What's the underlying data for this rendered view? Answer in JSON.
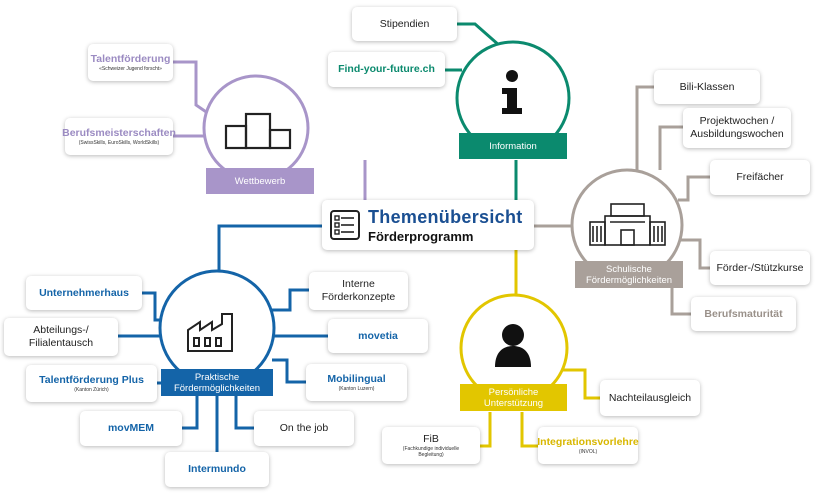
{
  "center": {
    "title": "Themenübersicht",
    "subtitle": "Förderprogramm",
    "icon": "list-document-icon"
  },
  "colors": {
    "blue": "#1464a8",
    "green": "#0b8a6e",
    "purple": "#a895c9",
    "yellow": "#e2c600",
    "grey": "#a9a09a"
  },
  "wettbewerb": {
    "label": "Wettbewerb",
    "icon": "podium-icon",
    "items": [
      {
        "title": "Talentförderung",
        "sub": "«Schweizer Jugend forscht»"
      },
      {
        "title": "Berufsmeisterschaften",
        "sub": "(SwissSkills, EuroSkills, WorldSkills)"
      }
    ]
  },
  "information": {
    "label": "Information",
    "icon": "info-icon",
    "items": [
      {
        "title": "Stipendien"
      },
      {
        "title": "Find-your-future.ch"
      }
    ]
  },
  "schulische": {
    "label": "Schulische Fördermöglichkeiten",
    "icon": "school-building-icon",
    "items": [
      {
        "title": "Bili-Klassen"
      },
      {
        "title": "Projektwochen / Ausbildungswochen"
      },
      {
        "title": "Freifächer"
      },
      {
        "title": "Förder-/Stützkurse"
      },
      {
        "title": "Berufsmaturität"
      }
    ]
  },
  "persoenliche": {
    "label": "Persönliche Unterstützung",
    "icon": "person-icon",
    "items": [
      {
        "title": "Nachteilausgleich"
      },
      {
        "title": "FiB",
        "sub": "(Fachkundige individuelle Begleitung)"
      },
      {
        "title": "Integrationsvorlehre",
        "sub": "(INVOL)"
      }
    ]
  },
  "praktische": {
    "label": "Praktische Fördermöglichkeiten",
    "icon": "factory-icon",
    "items": [
      {
        "title": "Unternehmerhaus"
      },
      {
        "title": "Abteilungs-/ Filialentausch"
      },
      {
        "title": "Talentförderung Plus",
        "sub": "(Kanton Zürich)"
      },
      {
        "title": "movMEM"
      },
      {
        "title": "Intermundo"
      },
      {
        "title": "On the job"
      },
      {
        "title": "Mobilingual",
        "sub": "(Kanton Luzern)"
      },
      {
        "title": "movetia"
      },
      {
        "title": "Interne Förderkonzepte"
      }
    ]
  }
}
